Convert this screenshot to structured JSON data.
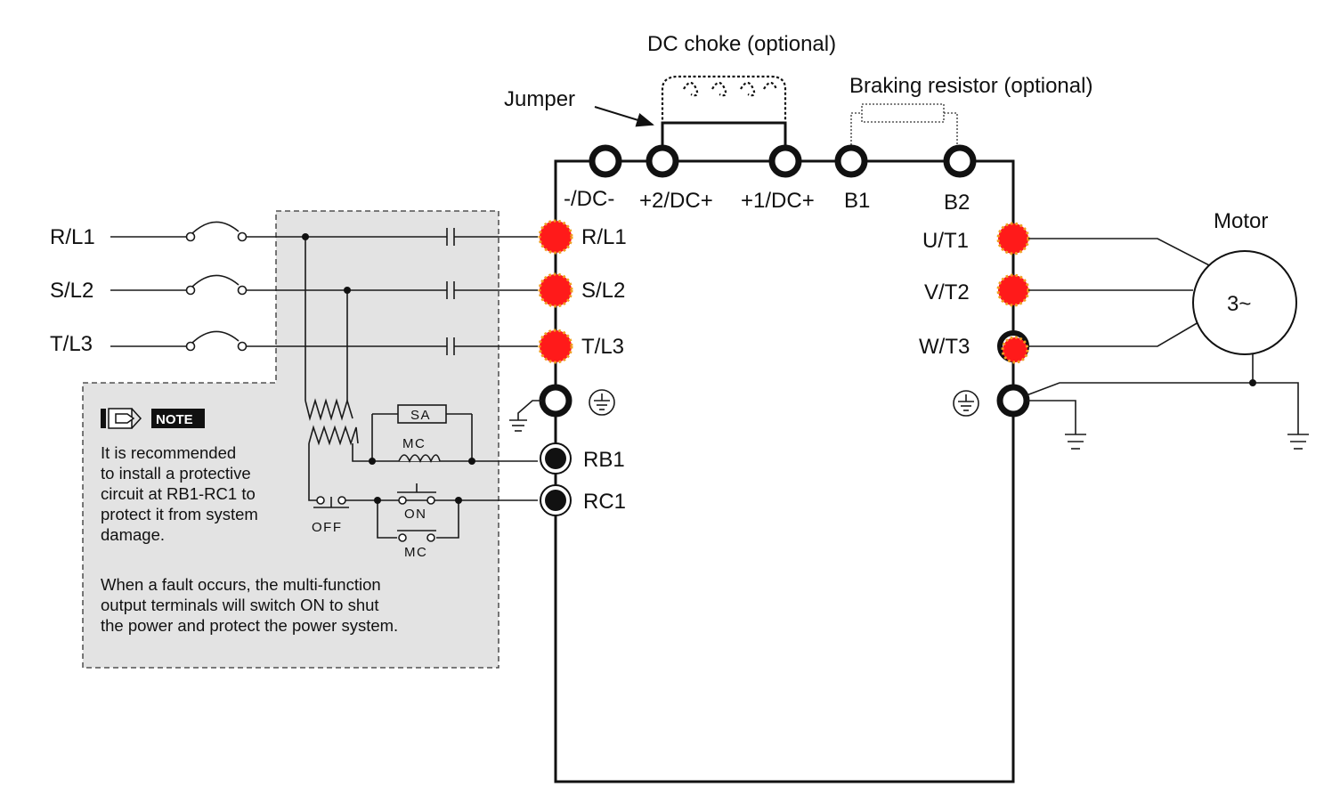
{
  "labels": {
    "dc_choke": "DC choke (optional)",
    "braking_resistor": "Braking resistor (optional)",
    "jumper": "Jumper",
    "motor": "Motor",
    "motor_symbol": "3~"
  },
  "dc_terminals": [
    "-/DC-",
    "+2/DC+",
    "+1/DC+",
    "B1",
    "B2"
  ],
  "supply_inputs": [
    "R/L1",
    "S/L2",
    "T/L3"
  ],
  "input_terminals": [
    "R/L1",
    "S/L2",
    "T/L3"
  ],
  "output_terminals": [
    "U/T1",
    "V/T2",
    "W/T3"
  ],
  "relay_terminals": [
    "RB1",
    "RC1"
  ],
  "control_labels": {
    "sa": "SA",
    "mc_coil": "MC",
    "on": "ON",
    "off": "OFF",
    "mc_contact": "MC"
  },
  "note": {
    "tag": "NOTE",
    "text1": [
      "It is recommended",
      "to install a protective",
      "circuit at RB1-RC1 to",
      "protect it from system",
      "damage."
    ],
    "text2": [
      "When a fault occurs, the multi-function",
      "output terminals will switch ON to shut",
      "the power and protect the power system."
    ]
  },
  "colors": {
    "terminal_highlight": "#ff1a1a",
    "terminal_dots": "#f0a020",
    "note_panel": "#e3e3e3"
  }
}
